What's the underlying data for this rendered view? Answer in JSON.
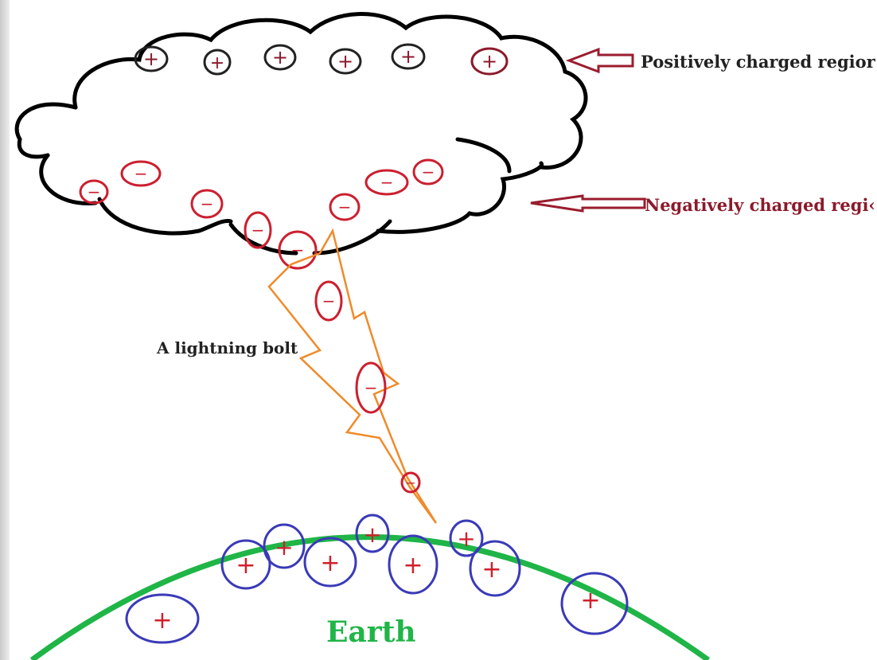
{
  "labels": {
    "positive_region": "Positively charged regior",
    "negative_region": "Negatively charged regi‹",
    "lightning": "A lightning bolt",
    "earth": "Earth"
  },
  "symbols": {
    "plus": "+",
    "minus": "−"
  },
  "colors": {
    "cloud_outline": "#000000",
    "plus_cloud": "#8b1a2b",
    "minus_charge": "#cc1f2f",
    "bolt": "#f08a2a",
    "earth_arc": "#1fb547",
    "earth_charge_ring": "#3a3ab8",
    "earth_charge_sign": "#d0202a",
    "arrow": "#9b1c2e",
    "earth_text": "#1fb547",
    "label_dark": "#222222",
    "label_negative": "#8b1a2b"
  }
}
